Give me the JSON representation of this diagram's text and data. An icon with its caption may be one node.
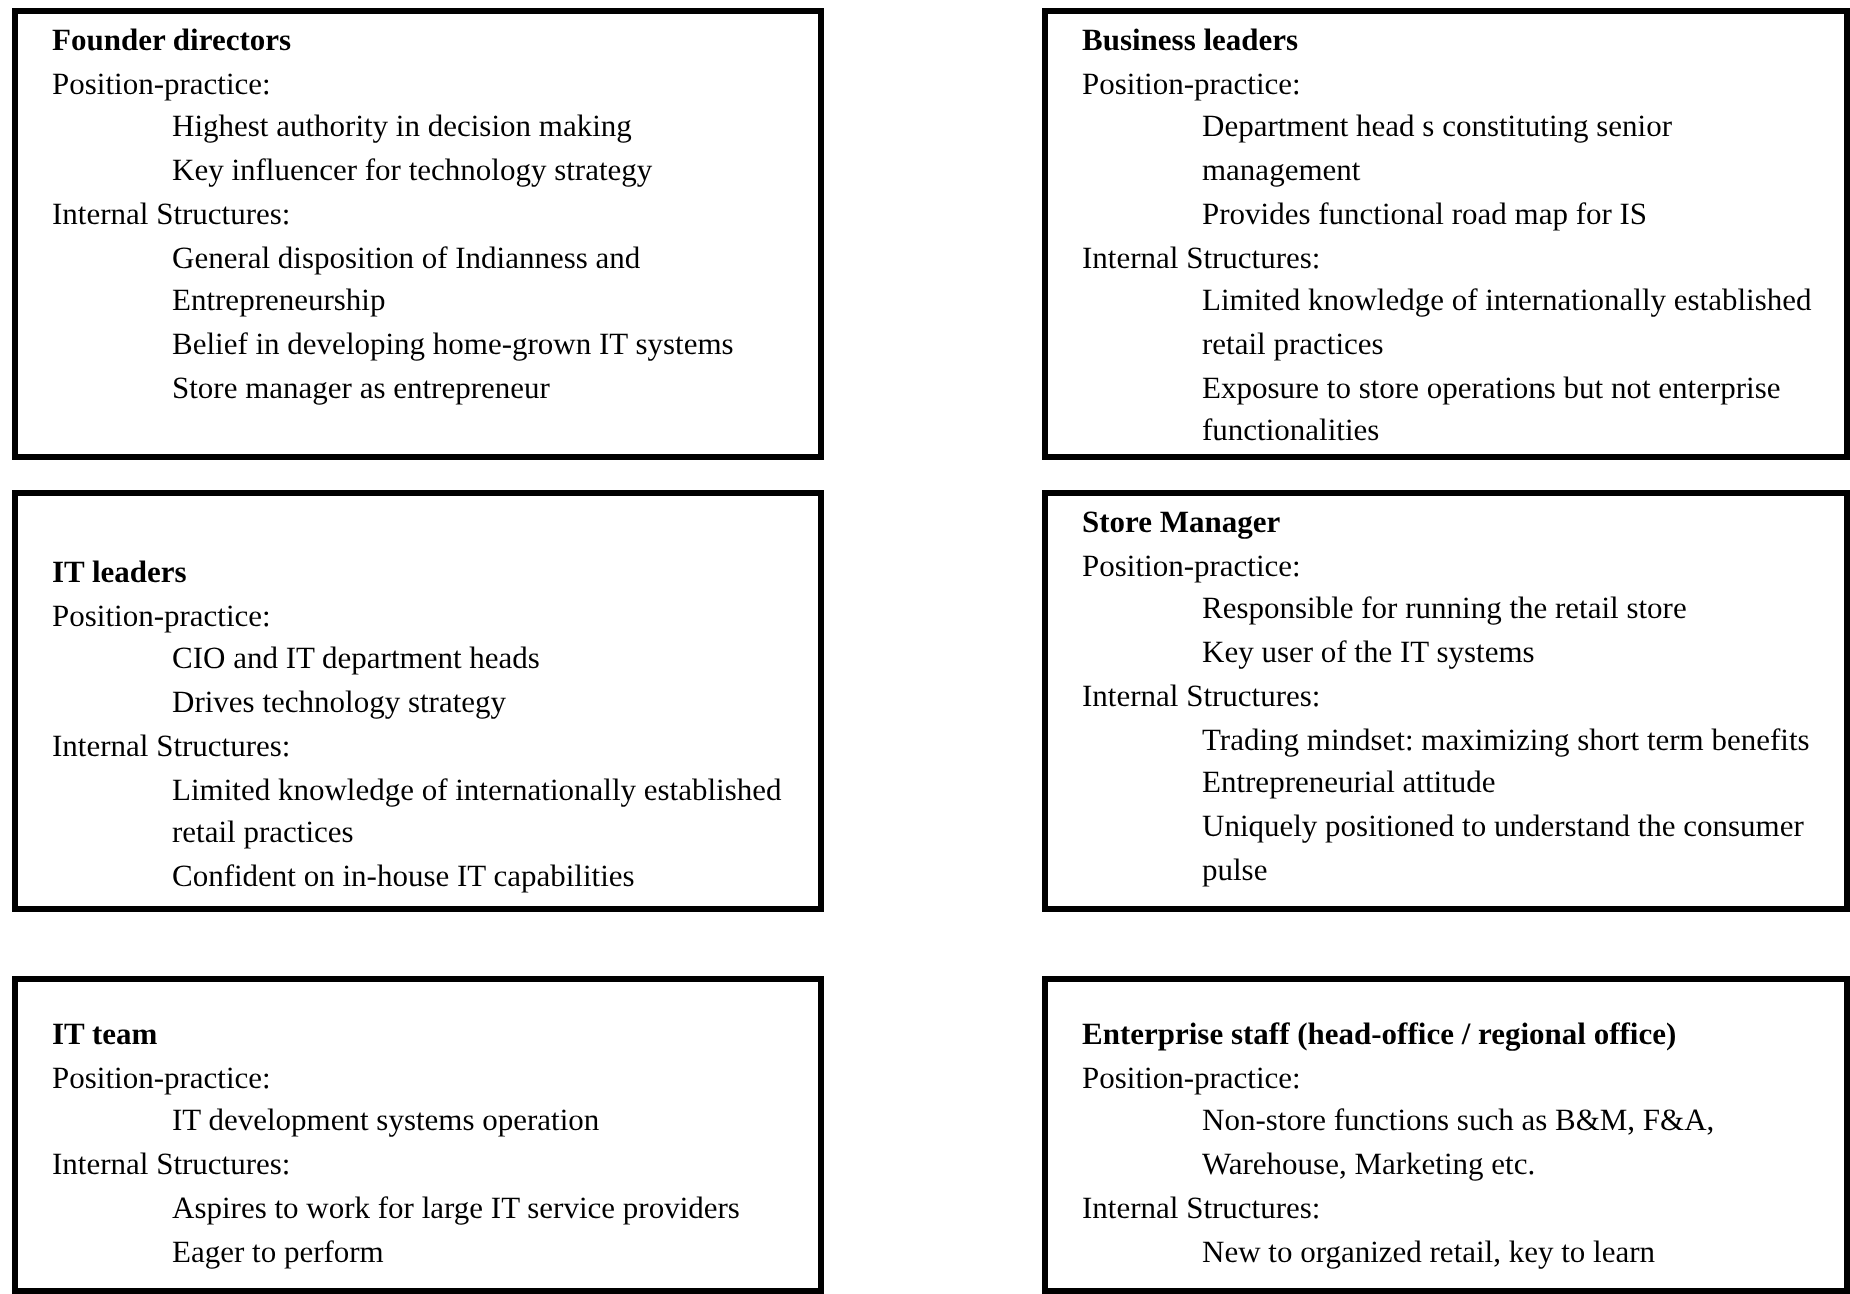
{
  "diagram": {
    "nodes": [
      {
        "text": [
          "Founder directors",
          "Position-practice:",
          "Highest authority in decision making",
          "Key influencer for technology strategy",
          "Internal Structures:",
          "General disposition of Indianness and Entrepreneurship",
          "Belief in developing home-grown IT systems",
          "Store manager as entrepreneur"
        ]
      },
      {
        "text": [
          "Business leaders",
          "Position-practice:",
          "Department head s constituting senior management",
          "Provides functional road map for IS",
          "Internal Structures:",
          "Limited knowledge of internationally established retail practices",
          "Exposure to store operations but not enterprise functionalities"
        ]
      },
      {
        "text": [
          "IT leaders",
          "Position-practice:",
          "CIO and IT department heads",
          "Drives technology strategy",
          "Internal Structures:",
          "Limited knowledge of internationally established retail practices",
          "Confident on in-house IT capabilities"
        ]
      },
      {
        "text": [
          "Store Manager",
          "Position-practice:",
          "Responsible for running the retail store",
          "Key user of the IT systems",
          "Internal Structures:",
          "Trading mindset: maximizing short term benefits",
          "Entrepreneurial attitude",
          "Uniquely positioned to understand the consumer pulse"
        ]
      },
      {
        "text": [
          "IT team",
          "Position-practice:",
          "IT development systems operation",
          "Internal Structures:",
          "Aspires to work for large IT service providers Eager to perform"
        ]
      },
      {
        "text": [
          "Enterprise staff (head-office / regional office)",
          "Position-practice:",
          "Non-store functions  such as B&M, F&A, Warehouse, Marketing etc.",
          "Internal Structures:",
          "New to  organized retail, key to learn"
        ]
      }
    ]
  }
}
